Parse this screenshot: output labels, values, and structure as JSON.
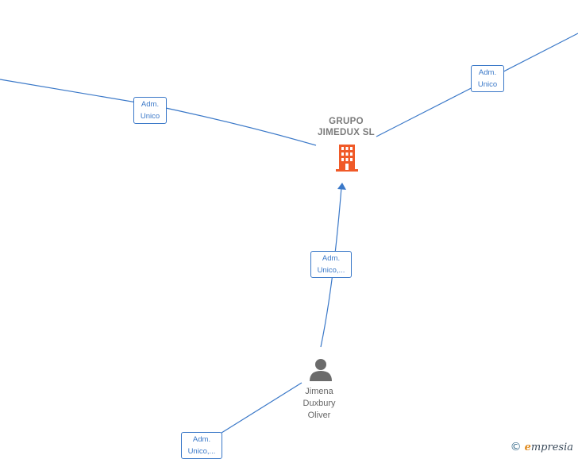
{
  "company": {
    "name_line1": "GRUPO",
    "name_line2": "JIMEDUX  SL",
    "icon": "building-icon",
    "color": "#f05a28"
  },
  "person": {
    "name_line1": "Jimena",
    "name_line2": "Duxbury",
    "name_line3": "Oliver",
    "icon": "person-icon",
    "color": "#666666"
  },
  "edges": [
    {
      "id": "left",
      "label_line1": "Adm.",
      "label_line2": "Unico"
    },
    {
      "id": "right",
      "label_line1": "Adm.",
      "label_line2": "Unico"
    },
    {
      "id": "person",
      "label_line1": "Adm.",
      "label_line2": "Unico,..."
    },
    {
      "id": "bottom",
      "label_line1": "Adm.",
      "label_line2": "Unico,..."
    }
  ],
  "edge_color": "#3a78c8",
  "brand": {
    "copyright": "©",
    "initial": "e",
    "rest": "mpresia"
  }
}
